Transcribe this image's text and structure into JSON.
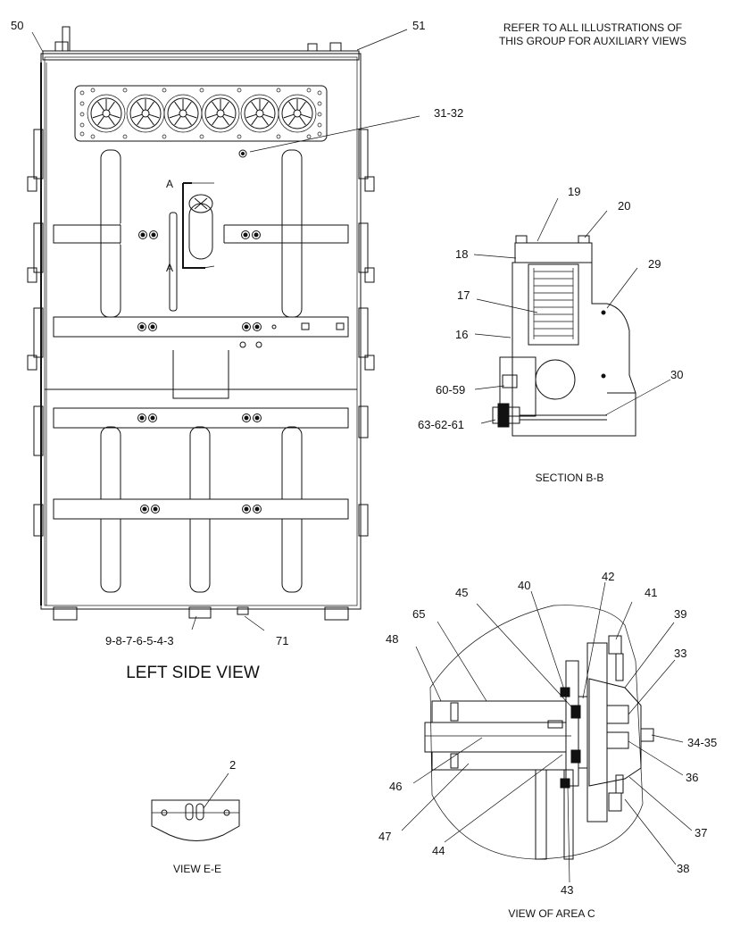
{
  "note": {
    "line1": "REFER TO ALL ILLUSTRATIONS OF",
    "line2": "THIS GROUP FOR AUXILIARY VIEWS"
  },
  "left_side_view": {
    "title": "LEFT SIDE VIEW",
    "callouts": {
      "c50": "50",
      "c51": "51",
      "c31_32": "31-32",
      "c9_3": "9-8-7-6-5-4-3",
      "c71": "71",
      "section_a_top": "A",
      "section_a_bottom": "A"
    }
  },
  "section_bb": {
    "caption": "SECTION B-B",
    "callouts": {
      "c19": "19",
      "c20": "20",
      "c18": "18",
      "c29": "29",
      "c17": "17",
      "c16": "16",
      "c30": "30",
      "c60_59": "60-59",
      "c63_62_61": "63-62-61"
    }
  },
  "view_ee": {
    "caption": "VIEW E-E",
    "callouts": {
      "c2": "2"
    }
  },
  "view_area_c": {
    "caption": "VIEW OF AREA C",
    "callouts": {
      "c40": "40",
      "c42": "42",
      "c45": "45",
      "c41": "41",
      "c65": "65",
      "c39": "39",
      "c48": "48",
      "c33": "33",
      "c34_35": "34-35",
      "c46": "46",
      "c36": "36",
      "c47": "47",
      "c44": "44",
      "c37": "37",
      "c38": "38",
      "c43": "43"
    }
  }
}
